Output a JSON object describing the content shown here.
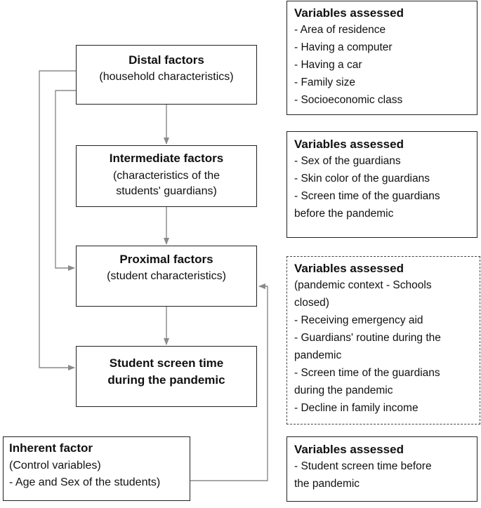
{
  "factors": {
    "distal": {
      "title": "Distal factors",
      "subtitle": "(household characteristics)"
    },
    "intermediate": {
      "title": "Intermediate factors",
      "subtitle_line1": "(characteristics of the",
      "subtitle_line2": "students' guardians)"
    },
    "proximal": {
      "title": "Proximal factors",
      "subtitle": "(student characteristics)"
    },
    "outcome": {
      "line1": "Student screen time",
      "line2": "during the pandemic"
    },
    "inherent": {
      "title": "Inherent factor",
      "line1": "(Control variables)",
      "line2": "- Age and Sex of the students)"
    }
  },
  "variables": {
    "distal": {
      "title": "Variables assessed",
      "items": [
        "- Area of residence",
        "- Having a computer",
        "- Having a car",
        "- Family size",
        "- Socioeconomic class"
      ]
    },
    "intermediate": {
      "title": "Variables assessed",
      "items": [
        "- Sex of the guardians",
        "- Skin color of the guardians",
        "- Screen time of the guardians",
        "before the pandemic"
      ]
    },
    "proximal": {
      "title": "Variables assessed",
      "note_line1": "(pandemic context - Schools",
      "note_line2": "closed)",
      "items": [
        "- Receiving emergency aid",
        "- Guardians' routine during the",
        "pandemic",
        "- Screen time of the guardians",
        "during the pandemic",
        "- Decline in family income"
      ]
    },
    "inherent": {
      "title": "Variables assessed",
      "items": [
        "- Student screen time before",
        "the pandemic"
      ]
    }
  }
}
